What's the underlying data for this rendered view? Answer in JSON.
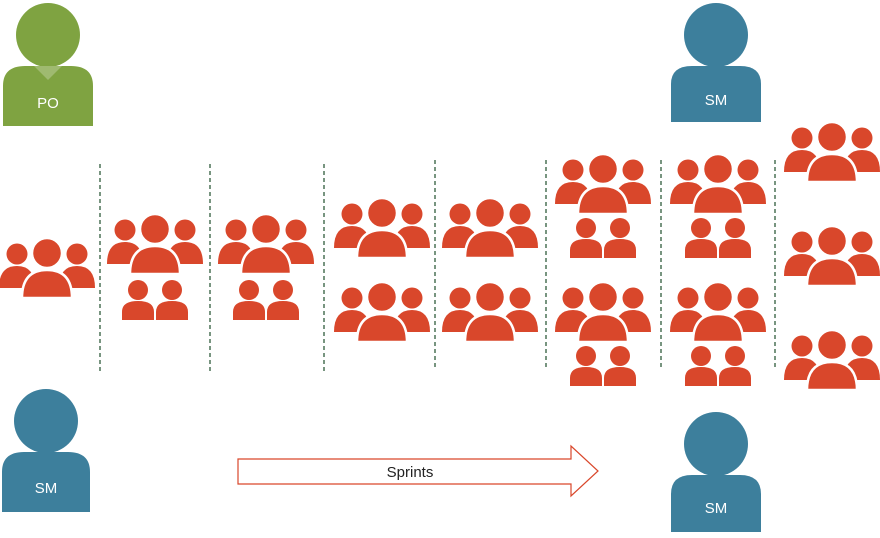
{
  "colors": {
    "team": "#d9472b",
    "po": "#7fa341",
    "sm": "#3d7f9c",
    "divider": "#2f5c3c",
    "arrow_stroke": "#d9472b"
  },
  "roles": {
    "po_label": "PO",
    "sm_label_left": "SM",
    "sm_label_top_right": "SM",
    "sm_label_bottom_right": "SM"
  },
  "arrow": {
    "label": "Sprints"
  },
  "stages": [
    {
      "teams": "1 large"
    },
    {
      "teams": "1 large + 1 pair"
    },
    {
      "teams": "1 large + 1 pair"
    },
    {
      "teams": "2 large"
    },
    {
      "teams": "2 large"
    },
    {
      "teams": "2 large + 2 pairs"
    },
    {
      "teams": "2 large + 2 pairs"
    },
    {
      "teams": "3 large"
    }
  ]
}
